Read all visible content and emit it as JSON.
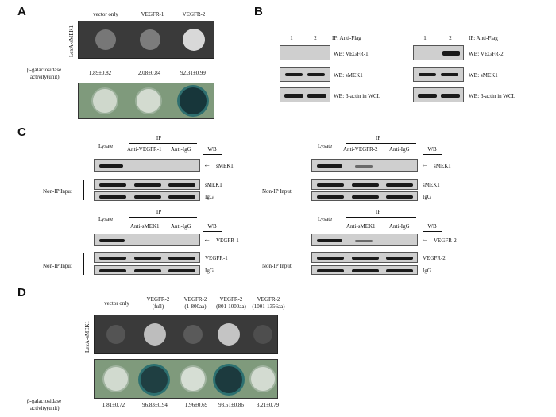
{
  "panels": {
    "A": "A",
    "B": "B",
    "C": "C",
    "D": "D"
  },
  "panelA": {
    "side_label": "LexA-sMEK1",
    "columns": [
      "vector only",
      "VEGFR-1",
      "VEGFR-2"
    ],
    "beta_label_1": "β-galactosidase",
    "beta_label_2": "activity(unit)",
    "values": [
      "1.89±0.82",
      "2.08±0.84",
      "92.31±0.99"
    ]
  },
  "panelB": {
    "lanes": [
      "1",
      "2"
    ],
    "ip": "IP: Anti-Flag",
    "wb_left": [
      "WB: VEGFR-1",
      "WB: sMEK1",
      "WB: β-actin in WCL"
    ],
    "wb_right": [
      "WB: VEGFR-2",
      "WB: sMEK1",
      "WB: β-actin in WCL"
    ]
  },
  "panelC": {
    "lysate": "Lysate",
    "ip": "IP",
    "wb": "WB",
    "non_ip": "Non-IP Input",
    "igg": "IgG",
    "smek1": "sMEK1",
    "blocks": [
      {
        "ab1": "Anti-VEGFR-1",
        "ab2": "Anti-IgG",
        "target": "sMEK1",
        "input": "sMEK1"
      },
      {
        "ab1": "Anti-VEGFR-2",
        "ab2": "Anti-IgG",
        "target": "sMEK1",
        "input": "sMEK1"
      },
      {
        "ab1": "Anti-sMEK1",
        "ab2": "Anti-IgG",
        "target": "VEGFR-1",
        "input": "VEGFR-1"
      },
      {
        "ab1": "Anti-sMEK1",
        "ab2": "Anti-IgG",
        "target": "VEGFR-2",
        "input": "VEGFR-2"
      }
    ]
  },
  "panelD": {
    "side_label": "LexA-sMEK1",
    "columns": [
      {
        "l1": "vector only",
        "l2": ""
      },
      {
        "l1": "VEGFR-2",
        "l2": "(full)"
      },
      {
        "l1": "VEGFR-2",
        "l2": "(1-800aa)"
      },
      {
        "l1": "VEGFR-2",
        "l2": "(801-1000aa)"
      },
      {
        "l1": "VEGFR-2",
        "l2": "(1001-1356aa)"
      }
    ],
    "beta_label_1": "β-galactosidase",
    "beta_label_2": "activity(unit)",
    "values": [
      "1.81±0.72",
      "96.83±0.94",
      "1.96±0.69",
      "93.51±0.86",
      "3.21±0.79"
    ]
  }
}
